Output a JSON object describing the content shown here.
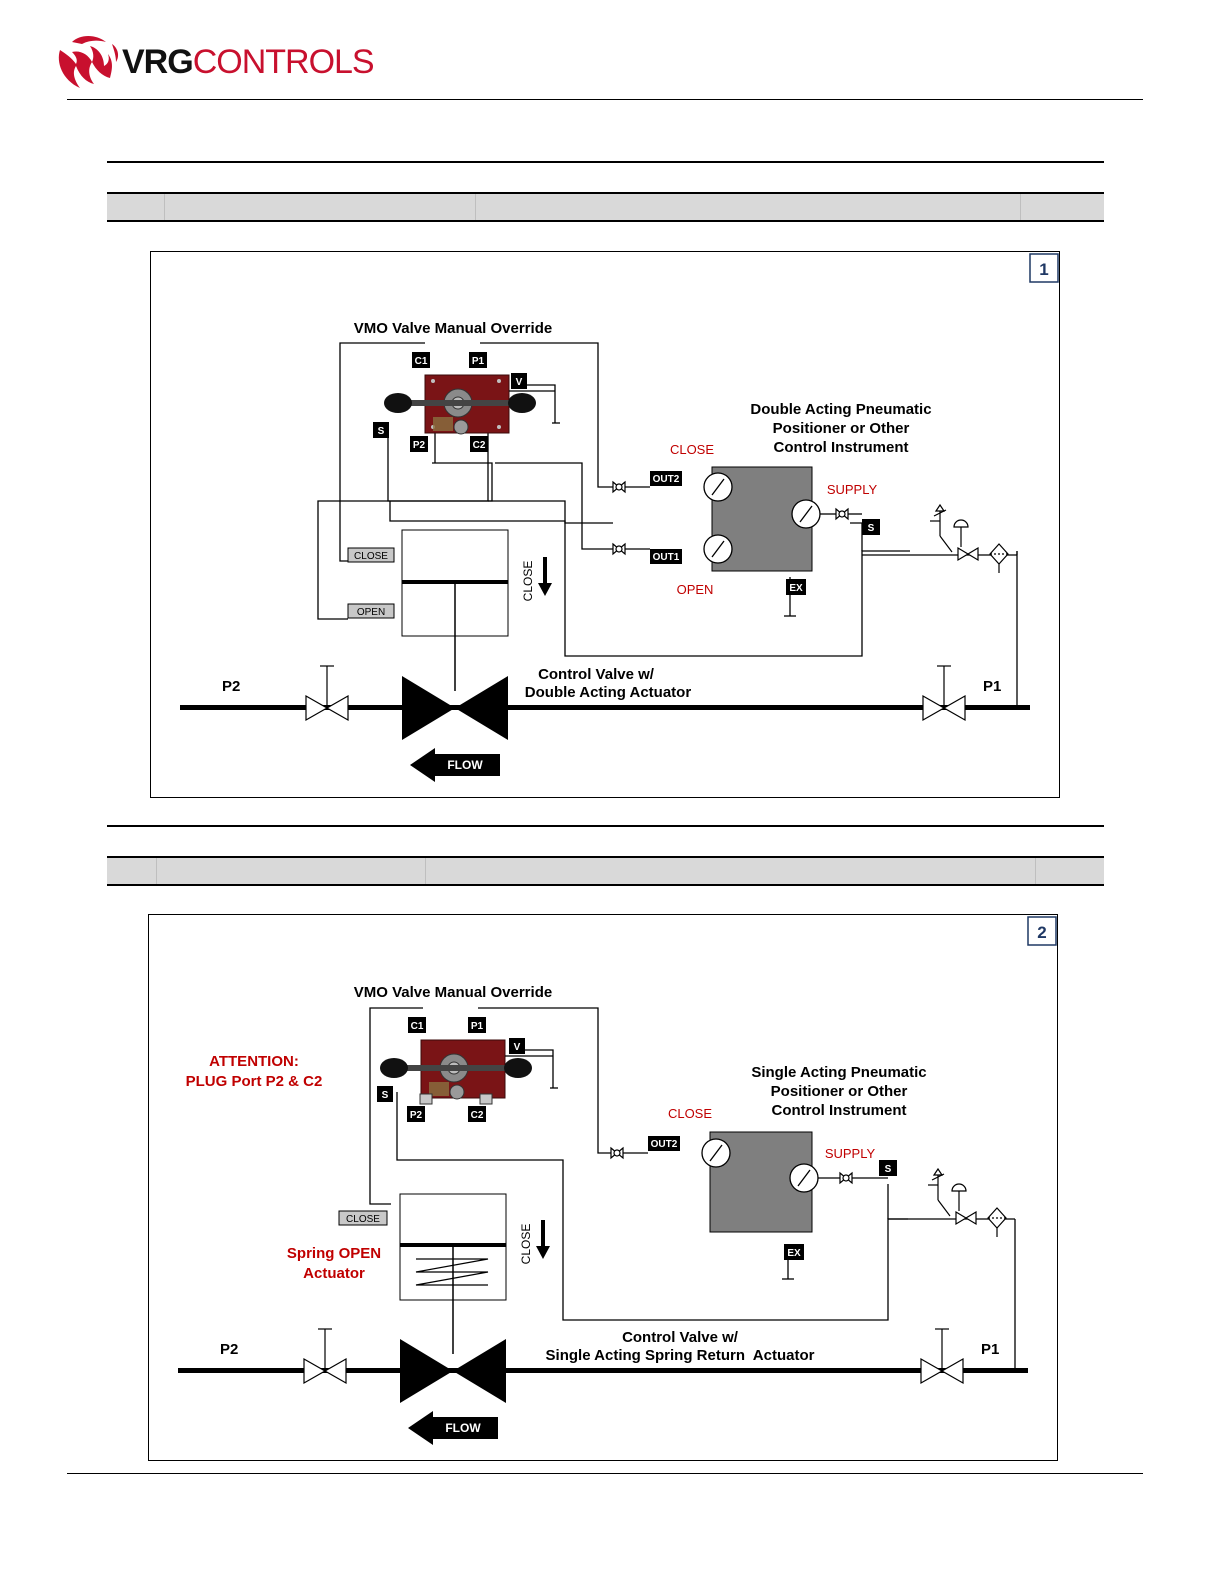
{
  "header": {
    "logo_text_bold": "VRG",
    "logo_text_light": "CONTROLS",
    "brand_red": "#c8102e"
  },
  "diagram1": {
    "number": "1",
    "vmo_title": "VMO Valve Manual Override",
    "ports": {
      "c1": "C1",
      "p1": "P1",
      "v": "V",
      "s": "S",
      "p2": "P2",
      "c2": "C2"
    },
    "instrument_title_lines": [
      "Double Acting Pneumatic",
      "Positioner or Other",
      "Control Instrument"
    ],
    "close_label": "CLOSE",
    "open_label": "OPEN",
    "supply_label": "SUPPLY",
    "out2": "OUT2",
    "out1": "OUT1",
    "ex": "EX",
    "s_port": "S",
    "actuator_close": "CLOSE",
    "actuator_open": "OPEN",
    "direction_label": "CLOSE",
    "valve_title_lines": [
      "Control Valve w/",
      "Double Acting Actuator"
    ],
    "p2": "P2",
    "p1": "P1",
    "flow": "FLOW"
  },
  "diagram2": {
    "number": "2",
    "vmo_title": "VMO Valve Manual Override",
    "attention_lines": [
      "ATTENTION:",
      "PLUG Port P2 & C2"
    ],
    "ports": {
      "c1": "C1",
      "p1": "P1",
      "v": "V",
      "s": "S",
      "p2": "P2",
      "c2": "C2"
    },
    "instrument_title_lines": [
      "Single Acting Pneumatic",
      "Positioner or Other",
      "Control Instrument"
    ],
    "close_label": "CLOSE",
    "supply_label": "SUPPLY",
    "out2": "OUT2",
    "ex": "EX",
    "s_port": "S",
    "actuator_close": "CLOSE",
    "spring_lines": [
      "Spring OPEN",
      "Actuator"
    ],
    "direction_label": "CLOSE",
    "valve_title_lines": [
      "Control Valve w/",
      "Single Acting Spring Return  Actuator"
    ],
    "p2": "P2",
    "p1": "P1",
    "flow": "FLOW"
  },
  "colors": {
    "label_red": "#c00000",
    "instrument_gray": "#7f7f7f",
    "vmo_body": "#7a1416",
    "tag_black": "#000000",
    "tag_gray": "#c8c8c8",
    "bar_gray": "#d9d9d9"
  }
}
